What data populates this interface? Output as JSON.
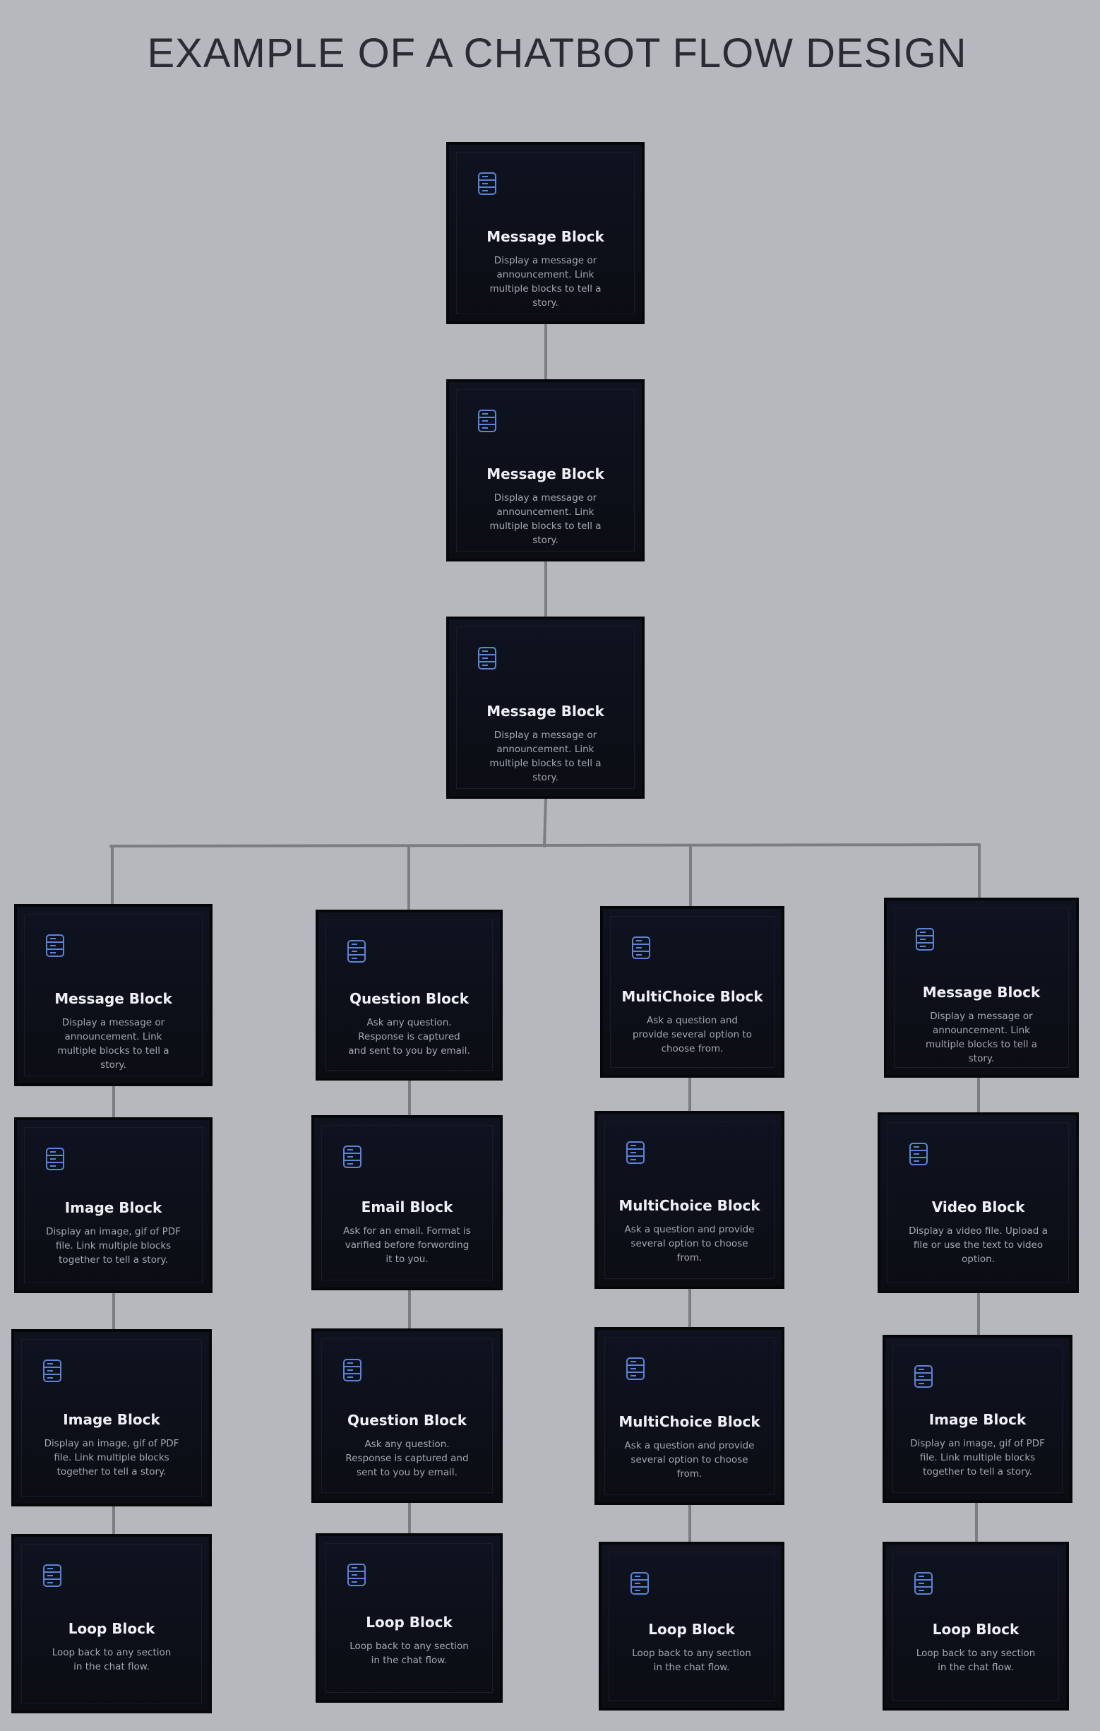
{
  "title": "EXAMPLE OF A CHATBOT FLOW DESIGN",
  "colors": {
    "background": "#b7b8bd",
    "card": "#0b0d13",
    "icon": "#5b84d6",
    "connector": "#7c7d82",
    "title": "#2b2c33"
  },
  "icon_name": "database-icon",
  "blocks": {
    "trunk_1": {
      "title": "Message Block",
      "desc": "Display a message or announcement. Link multiple blocks to tell a story."
    },
    "trunk_2": {
      "title": "Message Block",
      "desc": "Display a message or announcement. Link multiple blocks to tell a story."
    },
    "trunk_3": {
      "title": "Message Block",
      "desc": "Display a message or announcement. Link multiple blocks to tell a story."
    },
    "c1_1": {
      "title": "Message Block",
      "desc": "Display a message or announcement. Link multiple blocks to tell a story."
    },
    "c1_2": {
      "title": "Image Block",
      "desc": "Display an image, gif of PDF file. Link multiple blocks together to tell a story."
    },
    "c1_3": {
      "title": "Image Block",
      "desc": "Display an image, gif of PDF file. Link multiple blocks together to tell a story."
    },
    "c1_4": {
      "title": "Loop Block",
      "desc": "Loop back to any section in the chat flow."
    },
    "c2_1": {
      "title": "Question Block",
      "desc": "Ask any question. Response is captured and sent to you by email."
    },
    "c2_2": {
      "title": "Email Block",
      "desc": "Ask for an email. Format is varified before forwording it to you."
    },
    "c2_3": {
      "title": "Question Block",
      "desc": "Ask any question. Response is captured and sent to you by email."
    },
    "c2_4": {
      "title": "Loop Block",
      "desc": "Loop back to any section in the chat flow."
    },
    "c3_1": {
      "title": "MultiChoice Block",
      "desc": "Ask a question and provide several option to choose from."
    },
    "c3_2": {
      "title": "MultiChoice Block",
      "desc": "Ask a question and provide several option to choose from."
    },
    "c3_3": {
      "title": "MultiChoice Block",
      "desc": "Ask a question and provide several option to choose from."
    },
    "c3_4": {
      "title": "Loop Block",
      "desc": "Loop back to any section in the chat flow."
    },
    "c4_1": {
      "title": "Message Block",
      "desc": "Display a message or announcement. Link multiple blocks to tell a story."
    },
    "c4_2": {
      "title": "Video Block",
      "desc": "Display a video file. Upload a file or use the text to video option."
    },
    "c4_3": {
      "title": "Image Block",
      "desc": "Display an image, gif of PDF file. Link multiple blocks together to tell a story."
    },
    "c4_4": {
      "title": "Loop Block",
      "desc": "Loop back to any section in the chat flow."
    }
  }
}
